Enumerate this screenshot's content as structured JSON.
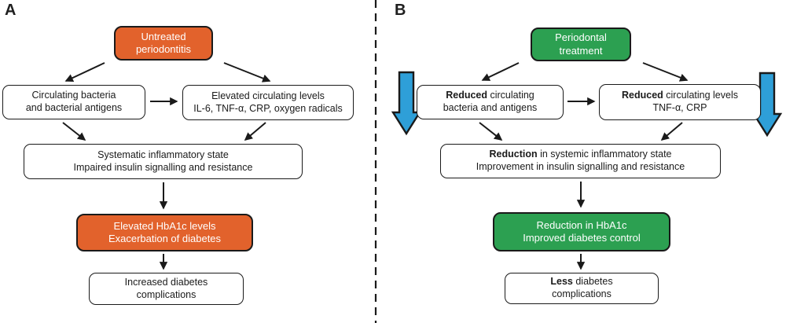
{
  "colors": {
    "orange": "#E2622C",
    "green": "#2CA051",
    "blue": "#2E9FD8",
    "line": "#1A1A1A"
  },
  "panel_a": {
    "label": "A",
    "untreated": {
      "line1": "Untreated",
      "line2": "periodontitis"
    },
    "bacteria": {
      "line1": "Circulating bacteria",
      "line2": "and bacterial antigens"
    },
    "elevated_levels": {
      "line1": "Elevated circulating levels",
      "line2": "IL-6, TNF-α, CRP, oxygen radicals"
    },
    "inflammatory": {
      "line1": "Systematic inflammatory state",
      "line2": "Impaired insulin signalling and resistance"
    },
    "hba1c": {
      "line1": "Elevated HbA1c levels",
      "line2": "Exacerbation of diabetes"
    },
    "complications": {
      "line1": "Increased diabetes",
      "line2": "complications"
    }
  },
  "panel_b": {
    "label": "B",
    "treatment": {
      "line1": "Periodontal",
      "line2": "treatment"
    },
    "bacteria": {
      "line1_bold": "Reduced",
      "line1_rest": " circulating",
      "line2": "bacteria and antigens"
    },
    "reduced_levels": {
      "line1_bold": "Reduced",
      "line1_rest": " circulating levels",
      "line2": "TNF-α, CRP"
    },
    "inflammatory": {
      "line1_bold": "Reduction",
      "line1_rest": " in systemic inflammatory state",
      "line2": "Improvement in insulin signalling and resistance"
    },
    "hba1c": {
      "line1": "Reduction in HbA1c",
      "line2": "Improved diabetes control"
    },
    "complications": {
      "line1_bold": "Less",
      "line1_rest": " diabetes",
      "line2": "complications"
    }
  }
}
